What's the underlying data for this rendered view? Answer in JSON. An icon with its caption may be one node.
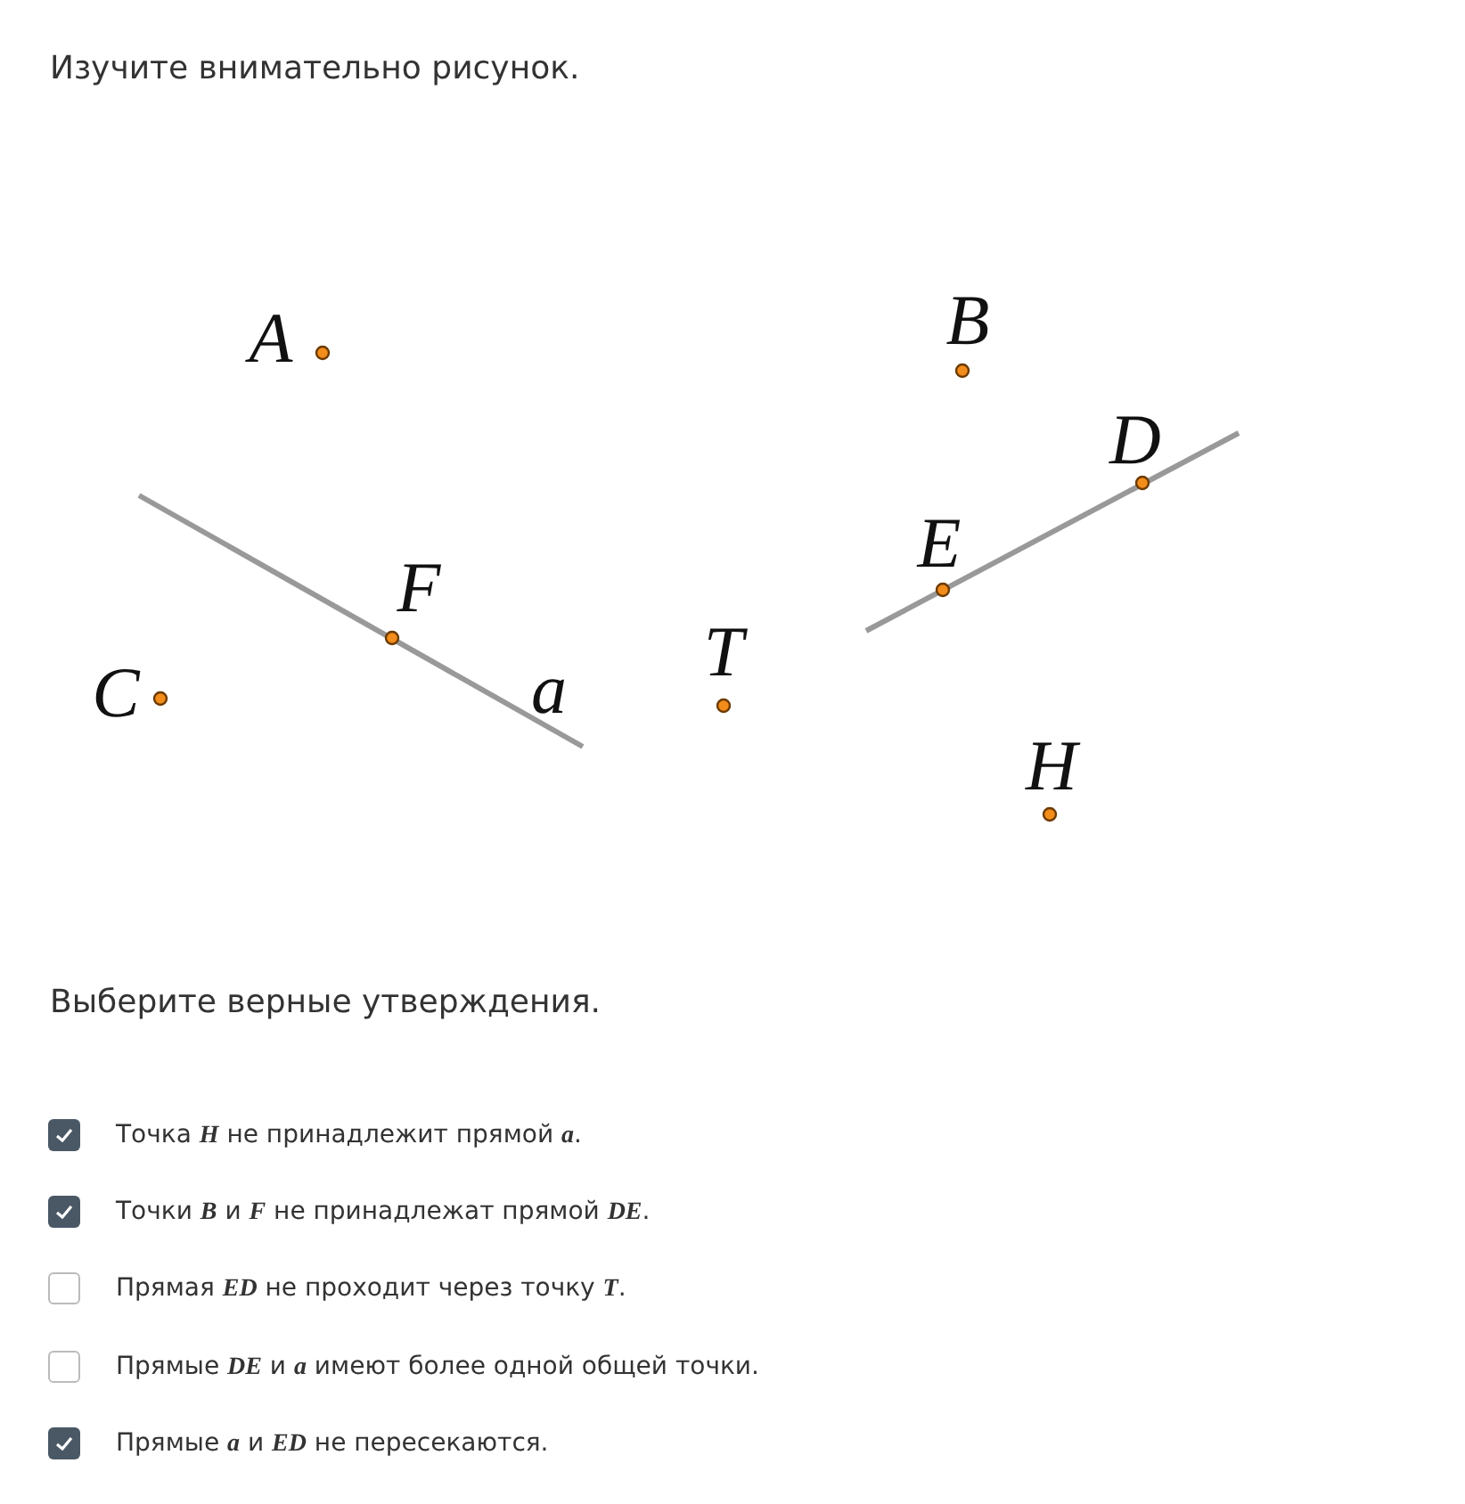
{
  "diagram": {
    "title": "Изучите внимательно рисунок.",
    "labels": [
      "A",
      "B",
      "D",
      "E",
      "F",
      "T",
      "C",
      "a",
      "H",
      "Выберите верные утверждения.",
      "Точка **H** не принадлежит прямой **a**.",
      "Точки **B** и **F** не принадлежат прямой **DE**.",
      "Прямая **ED** не проходит через точку **T**.",
      "Прямые **DE** и **a** имеют более одной общей точки.",
      "Прямые **a** и **ED** не пересекаются."
    ]
  }
}
